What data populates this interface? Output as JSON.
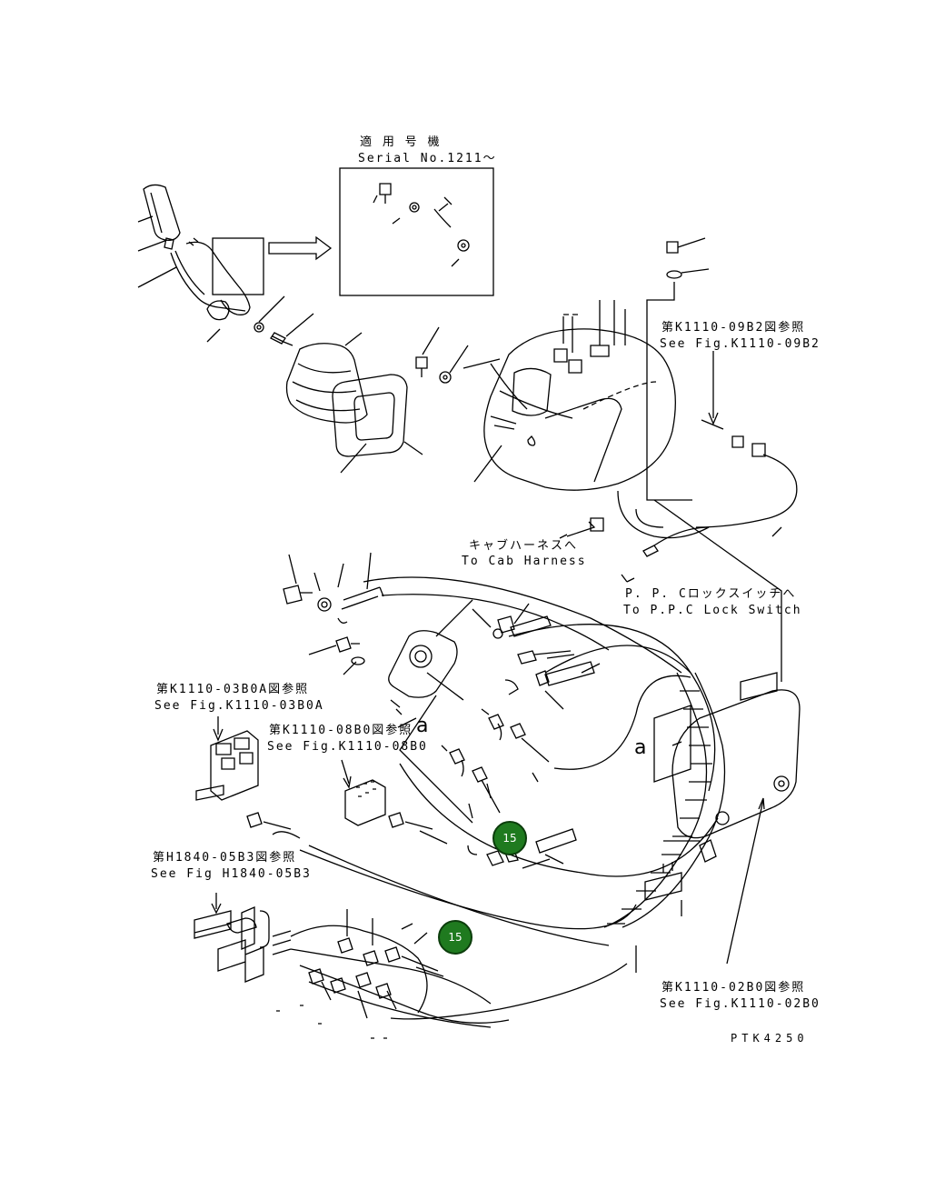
{
  "serial_note": {
    "jp": "適 用 号 機",
    "en": "Serial No.1211〜"
  },
  "refs": [
    {
      "id": "k1110_09b2",
      "jp": "第K1110-09B2図参照",
      "en": "See Fig.K1110-09B2"
    },
    {
      "id": "cab_harness",
      "jp": "キャブハーネスへ",
      "en": "To Cab Harness"
    },
    {
      "id": "ppc_lock",
      "jp": "P. P. Cロックスイッチへ",
      "en": "To P.P.C Lock Switch"
    },
    {
      "id": "k1110_03b0a",
      "jp": "第K1110-03B0A図参照",
      "en": "See Fig.K1110-03B0A"
    },
    {
      "id": "k1110_08b0",
      "jp": "第K1110-08B0図参照",
      "en": "See Fig.K1110-08B0"
    },
    {
      "id": "h1840_05b3",
      "jp": "第H1840-05B3図参照",
      "en": "See Fig H1840-05B3"
    },
    {
      "id": "k1110_02b0",
      "jp": "第K1110-02B0図参照",
      "en": "See Fig.K1110-02B0"
    }
  ],
  "view_marks": [
    "a",
    "a"
  ],
  "callouts": [
    {
      "label": "15",
      "part": "hose-fitting"
    },
    {
      "label": "15",
      "part": "hose-fitting"
    }
  ],
  "drawing_code": "PTK4250",
  "colors": {
    "callout_fill": "#1f7a1f",
    "callout_border": "#0c3d0c",
    "line": "#000000"
  }
}
